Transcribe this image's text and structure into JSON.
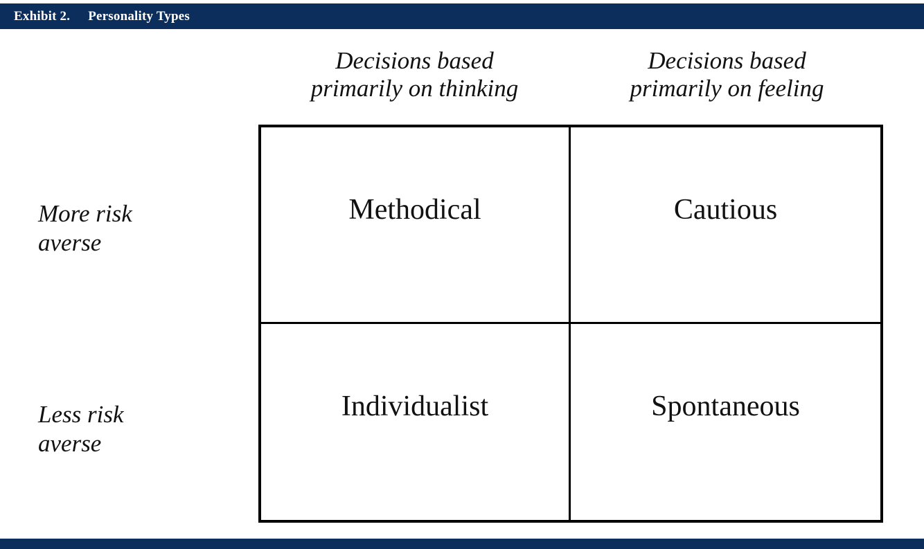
{
  "exhibit": {
    "label": "Exhibit 2.",
    "title": "Personality Types",
    "banner_color": "#0C2E5C",
    "text_color": "#FFFFFF"
  },
  "matrix": {
    "border_color": "#000000",
    "column_headers": [
      {
        "line1": "Decisions based",
        "line2": "primarily on thinking"
      },
      {
        "line1": "Decisions based",
        "line2": "primarily on feeling"
      }
    ],
    "row_headers": [
      {
        "line1": "More risk",
        "line2": "averse"
      },
      {
        "line1": "Less risk",
        "line2": "averse"
      }
    ],
    "cells": [
      {
        "row": 0,
        "col": 0,
        "label": "Methodical"
      },
      {
        "row": 0,
        "col": 1,
        "label": "Cautious"
      },
      {
        "row": 1,
        "col": 0,
        "label": "Individualist"
      },
      {
        "row": 1,
        "col": 1,
        "label": "Spontaneous"
      }
    ]
  },
  "footer": {
    "rule_color": "#0C2E5C"
  }
}
